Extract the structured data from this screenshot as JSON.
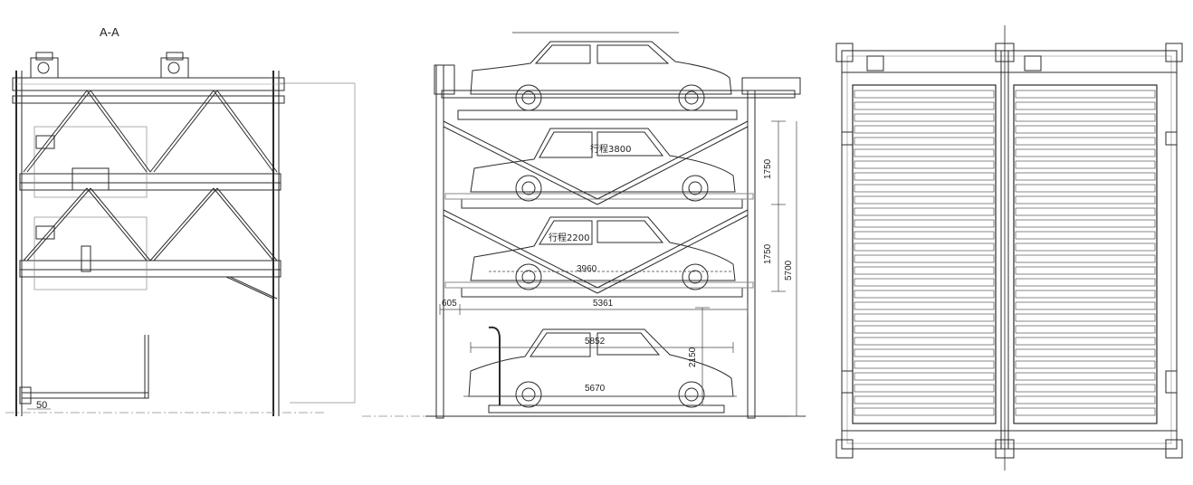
{
  "section_label": "A-A",
  "side_view": {
    "bottom_offset": "50"
  },
  "front_view": {
    "travel_upper": "行程3800",
    "travel_lower": "行程2200",
    "dim_level_gap_1": "1750",
    "dim_level_gap_2": "1750",
    "dim_total_height": "5700",
    "dim_ground_clearance": "2150",
    "dim_left_offset": "605",
    "dim_platform_span": "5361",
    "dim_car_length_upper": "3960",
    "dim_car_length": "5852",
    "dim_platform_length": "5670"
  },
  "colors": {
    "line": "#2b2b2b",
    "light": "#8a8a8a",
    "bg": "#ffffff"
  }
}
